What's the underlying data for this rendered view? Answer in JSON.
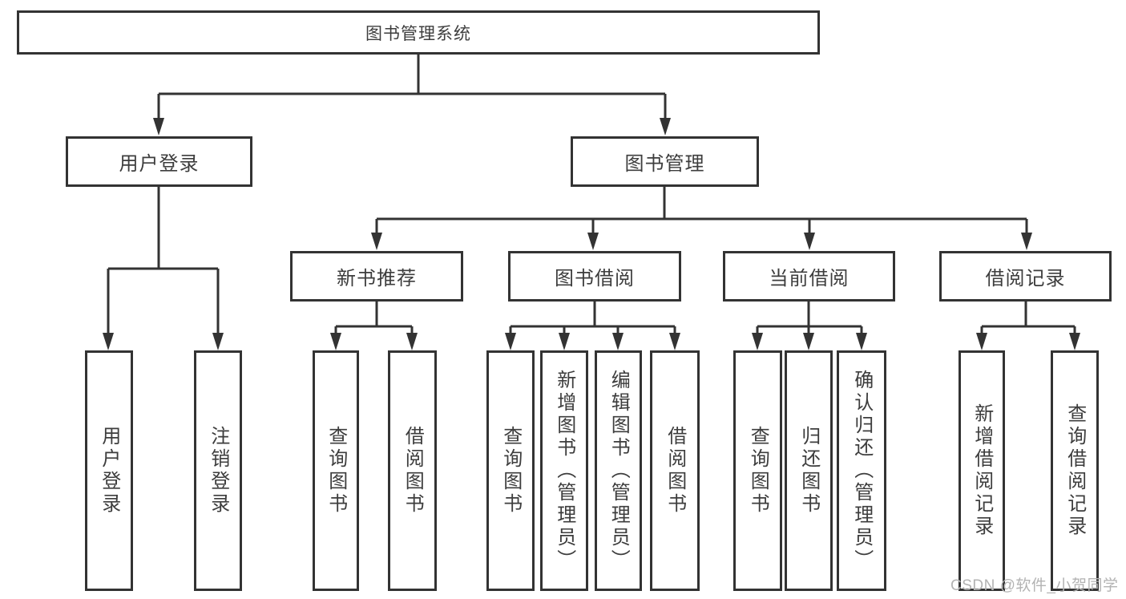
{
  "diagram": {
    "type": "tree",
    "root": {
      "label": "图书管理系统"
    },
    "level2": [
      {
        "label": "用户登录",
        "children": [
          "用户登录",
          "注销登录"
        ]
      },
      {
        "label": "图书管理"
      }
    ],
    "level3": [
      {
        "label": "新书推荐",
        "children": [
          "查询图书",
          "借阅图书"
        ]
      },
      {
        "label": "图书借阅",
        "children": [
          "查询图书",
          "新增图书（管理员）",
          "编辑图书（管理员）",
          "借阅图书"
        ]
      },
      {
        "label": "当前借阅",
        "children": [
          "查询图书",
          "归还图书",
          "确认归还（管理员）"
        ]
      },
      {
        "label": "借阅记录",
        "children": [
          "新增借阅记录",
          "查询借阅记录"
        ]
      }
    ],
    "watermark": "CSDN @软件_小贺同学",
    "colors": {
      "line": "#333333",
      "text": "#3d3d3d",
      "box_bg": "#ffffff",
      "watermark": "#b3b3b3"
    }
  }
}
